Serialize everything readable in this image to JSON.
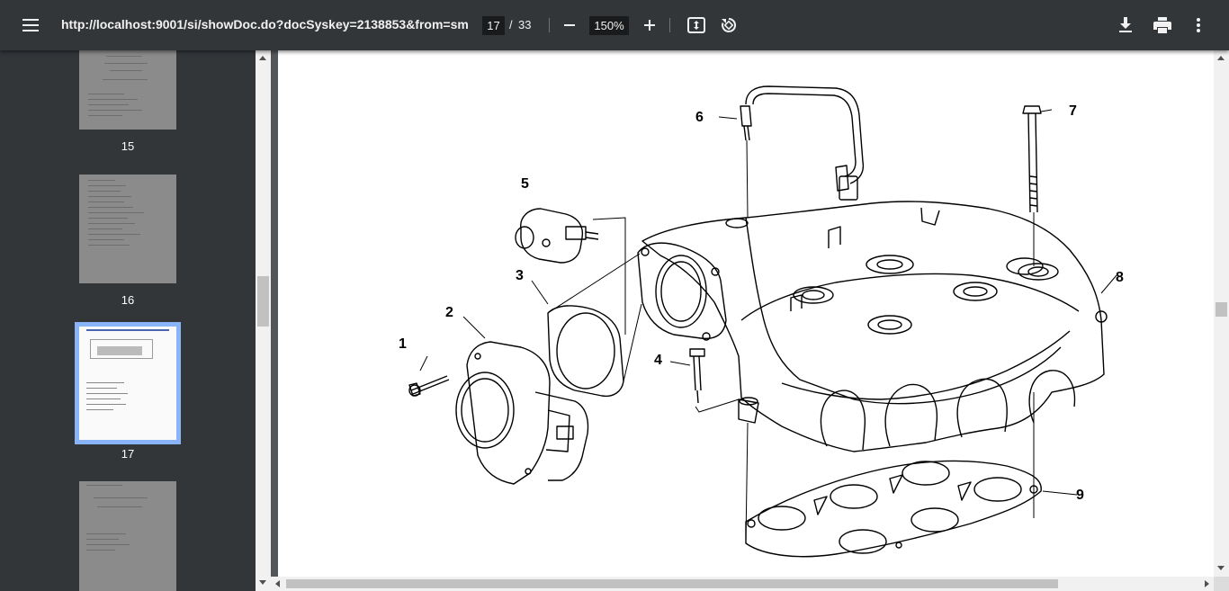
{
  "toolbar": {
    "title": "http://localhost:9001/si/showDoc.do?docSyskey=2138853&from=sm",
    "current_page": "17",
    "page_separator": "/",
    "total_pages": "33",
    "zoom": "150%",
    "icons": {
      "menu": "menu-icon",
      "zoom_out": "minus-icon",
      "zoom_in": "plus-icon",
      "fit": "fit-to-page-icon",
      "rotate": "rotate-icon",
      "download": "download-icon",
      "print": "print-icon",
      "more": "more-vert-icon"
    }
  },
  "sidebar": {
    "thumbnails": [
      {
        "label": "15"
      },
      {
        "label": "16"
      },
      {
        "label": "17",
        "selected": true
      },
      {
        "label": ""
      }
    ]
  },
  "diagram": {
    "callouts": [
      "1",
      "2",
      "3",
      "4",
      "5",
      "6",
      "7",
      "8",
      "9"
    ]
  },
  "colors": {
    "toolbar_bg": "#323639",
    "viewer_bg": "#525659",
    "selection": "#8ab4f8"
  }
}
